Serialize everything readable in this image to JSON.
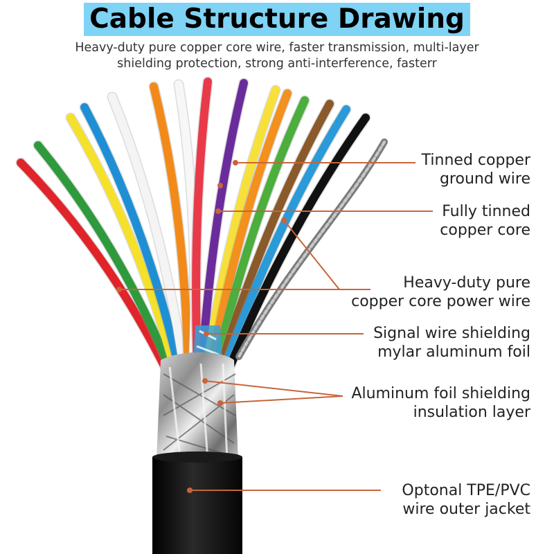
{
  "title": "Cable Structure Drawing",
  "subtitle": [
    "Heavy-duty pure copper core wire, faster transmission, multi-layer",
    "shielding protection, strong anti-interference, fasterr"
  ],
  "labels": [
    {
      "id": "ground",
      "lines": [
        "Tinned copper",
        "ground wire"
      ]
    },
    {
      "id": "tinned-core",
      "lines": [
        "Fully tinned",
        "copper core"
      ]
    },
    {
      "id": "power",
      "lines": [
        "Heavy-duty pure",
        "copper core power wire"
      ]
    },
    {
      "id": "mylar",
      "lines": [
        "Signal wire shielding",
        "mylar aluminum foil"
      ]
    },
    {
      "id": "foil",
      "lines": [
        "Aluminum foil shielding",
        "insulation layer"
      ]
    },
    {
      "id": "jacket",
      "lines": [
        "Optonal TPE/PVC",
        "wire outer jacket"
      ]
    }
  ],
  "colors": {
    "title_bg": "#7fd3f4",
    "leader": "#c8643a",
    "jacket": "#111111",
    "wires": [
      "#e0242a",
      "#2e9a3c",
      "#f5e12a",
      "#1e8fd5",
      "#f4f4f4",
      "#f28a1a",
      "#f7f7f7",
      "#e93a4a",
      "#6a2c9a",
      "#f7e03a",
      "#f3901e",
      "#4cae3c",
      "#8a5a2a",
      "#2a9ad8",
      "#111111"
    ]
  }
}
